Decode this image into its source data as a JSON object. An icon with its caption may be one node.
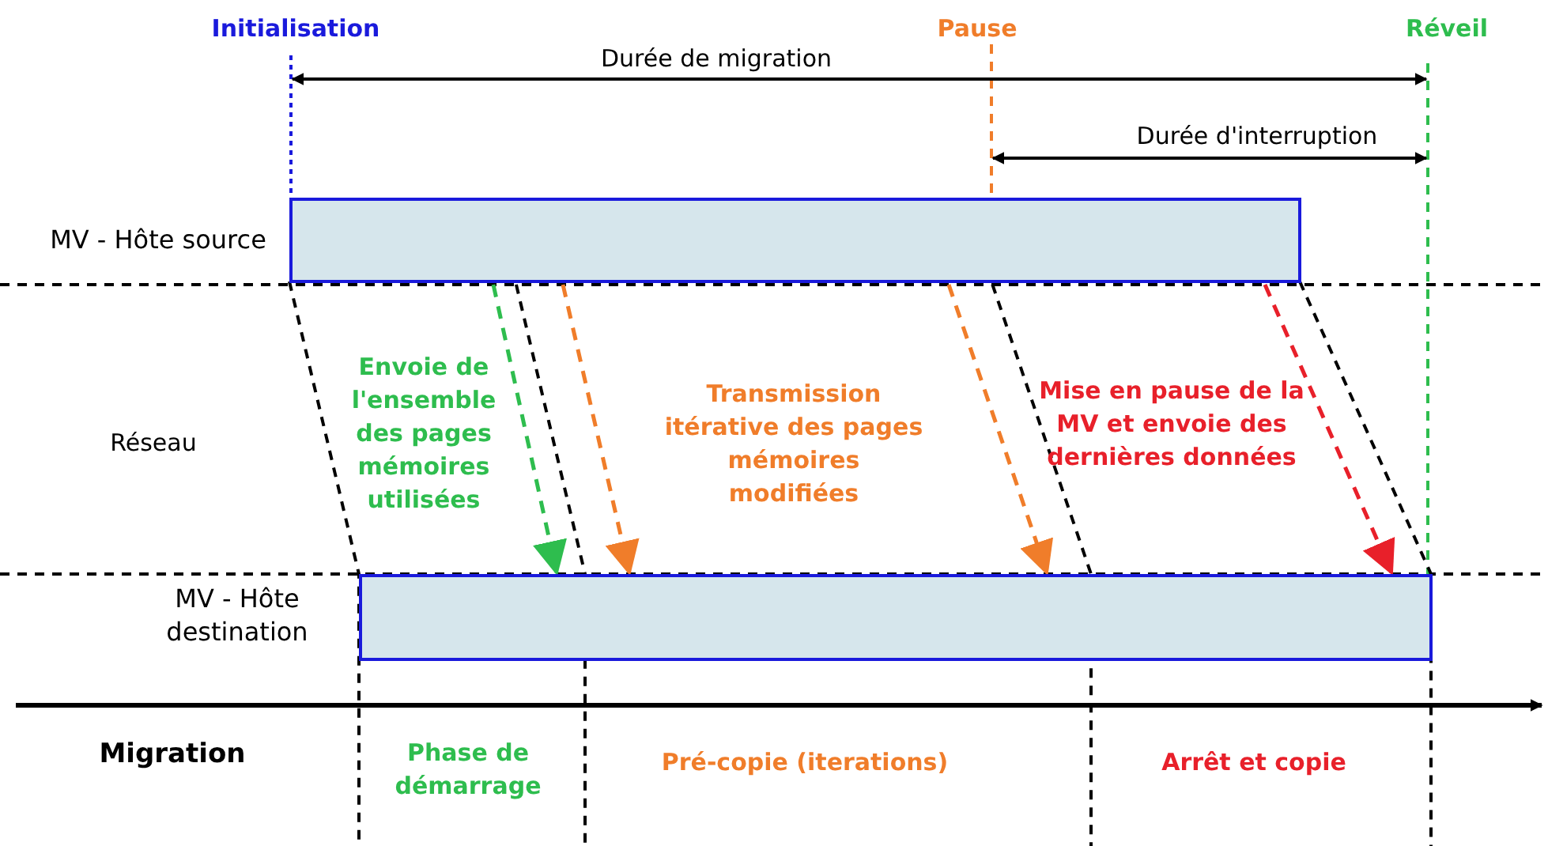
{
  "diagram": {
    "nodes": [
      {
        "text": [
          "MV - Hôte source"
        ]
      },
      {
        "text": [
          "MV - Hôte destination"
        ]
      }
    ],
    "edges": [
      {
        "from": 0,
        "to": 1,
        "arrow": "to",
        "style": "dashed",
        "color": "#2ebd4e"
      },
      {
        "from": 0,
        "to": 1,
        "arrow": "to",
        "style": "dashed",
        "color": "#f07d2a"
      },
      {
        "from": 0,
        "to": 1,
        "arrow": "to",
        "style": "dashed",
        "color": "#f07d2a"
      },
      {
        "from": 0,
        "to": 1,
        "arrow": "to",
        "style": "dashed",
        "color": "#e8202a"
      }
    ],
    "labels": [
      "Initialisation",
      "Pause",
      "Réveil",
      "Durée de migration",
      "Durée d'interruption",
      "Réseau",
      "Envoie de l'ensemble des pages mémoires utilisées",
      "Transmission itérative des pages mémoires modifiées",
      "Mise en pause de la MV et envoie des dernières données",
      "Migration",
      "Phase de démarrage",
      "Pré-copie (iterations)",
      "Arrêt et copie"
    ]
  }
}
